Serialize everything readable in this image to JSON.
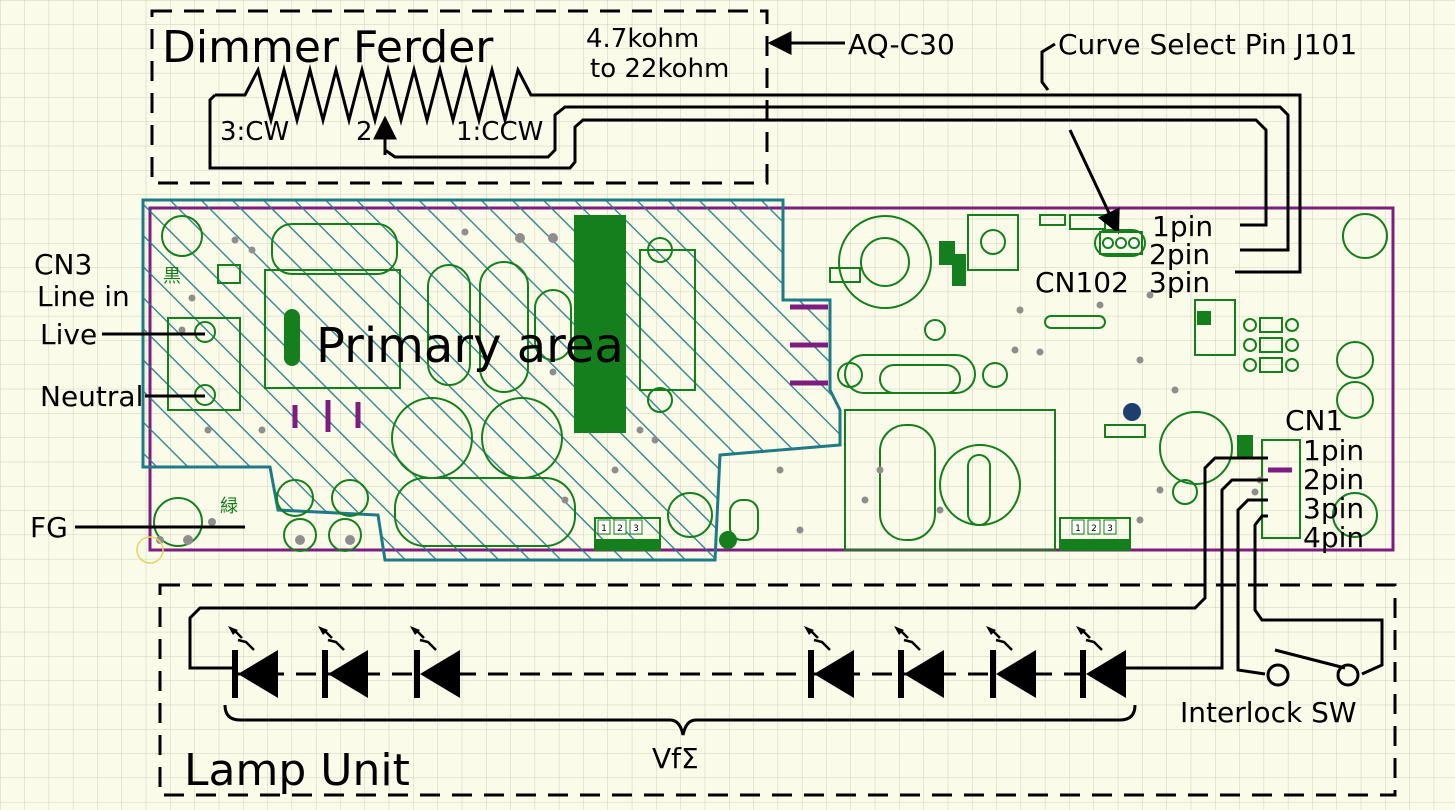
{
  "dimmer": {
    "title": "Dimmer Ferder",
    "resistance_line1": "4.7kohm",
    "resistance_line2": "to 22kohm",
    "model": "AQ-C30",
    "cw": "3:CW",
    "wiper": "2",
    "ccw": "1:CCW"
  },
  "curve_select": "Curve Select Pin J101",
  "cn3": {
    "title": "CN3",
    "subtitle": "Line in",
    "live": "Live",
    "neutral": "Neutral",
    "fg": "FG"
  },
  "board": {
    "primary_area": "Primary area",
    "cn102": "CN102",
    "cn102_pins": [
      "1pin",
      "2pin",
      "3pin"
    ],
    "cn1": "CN1",
    "cn1_pins": [
      "1pin",
      "2pin",
      "3pin",
      "4pin"
    ],
    "silk_black": "黒",
    "silk_green": "緑",
    "connector_pin_labels": [
      "1",
      "2",
      "3"
    ]
  },
  "lamp": {
    "title": "Lamp Unit",
    "vf": "VfΣ",
    "interlock": "Interlock SW",
    "led_count": 7
  },
  "colors": {
    "background": "#fbfbe9",
    "grid": "#cfcfbd",
    "board_outline": "#7d1d80",
    "primary_hatch": "#1d7a86",
    "copper": "#157f1d",
    "via": "#8e8e8e",
    "wire": "#000000"
  }
}
